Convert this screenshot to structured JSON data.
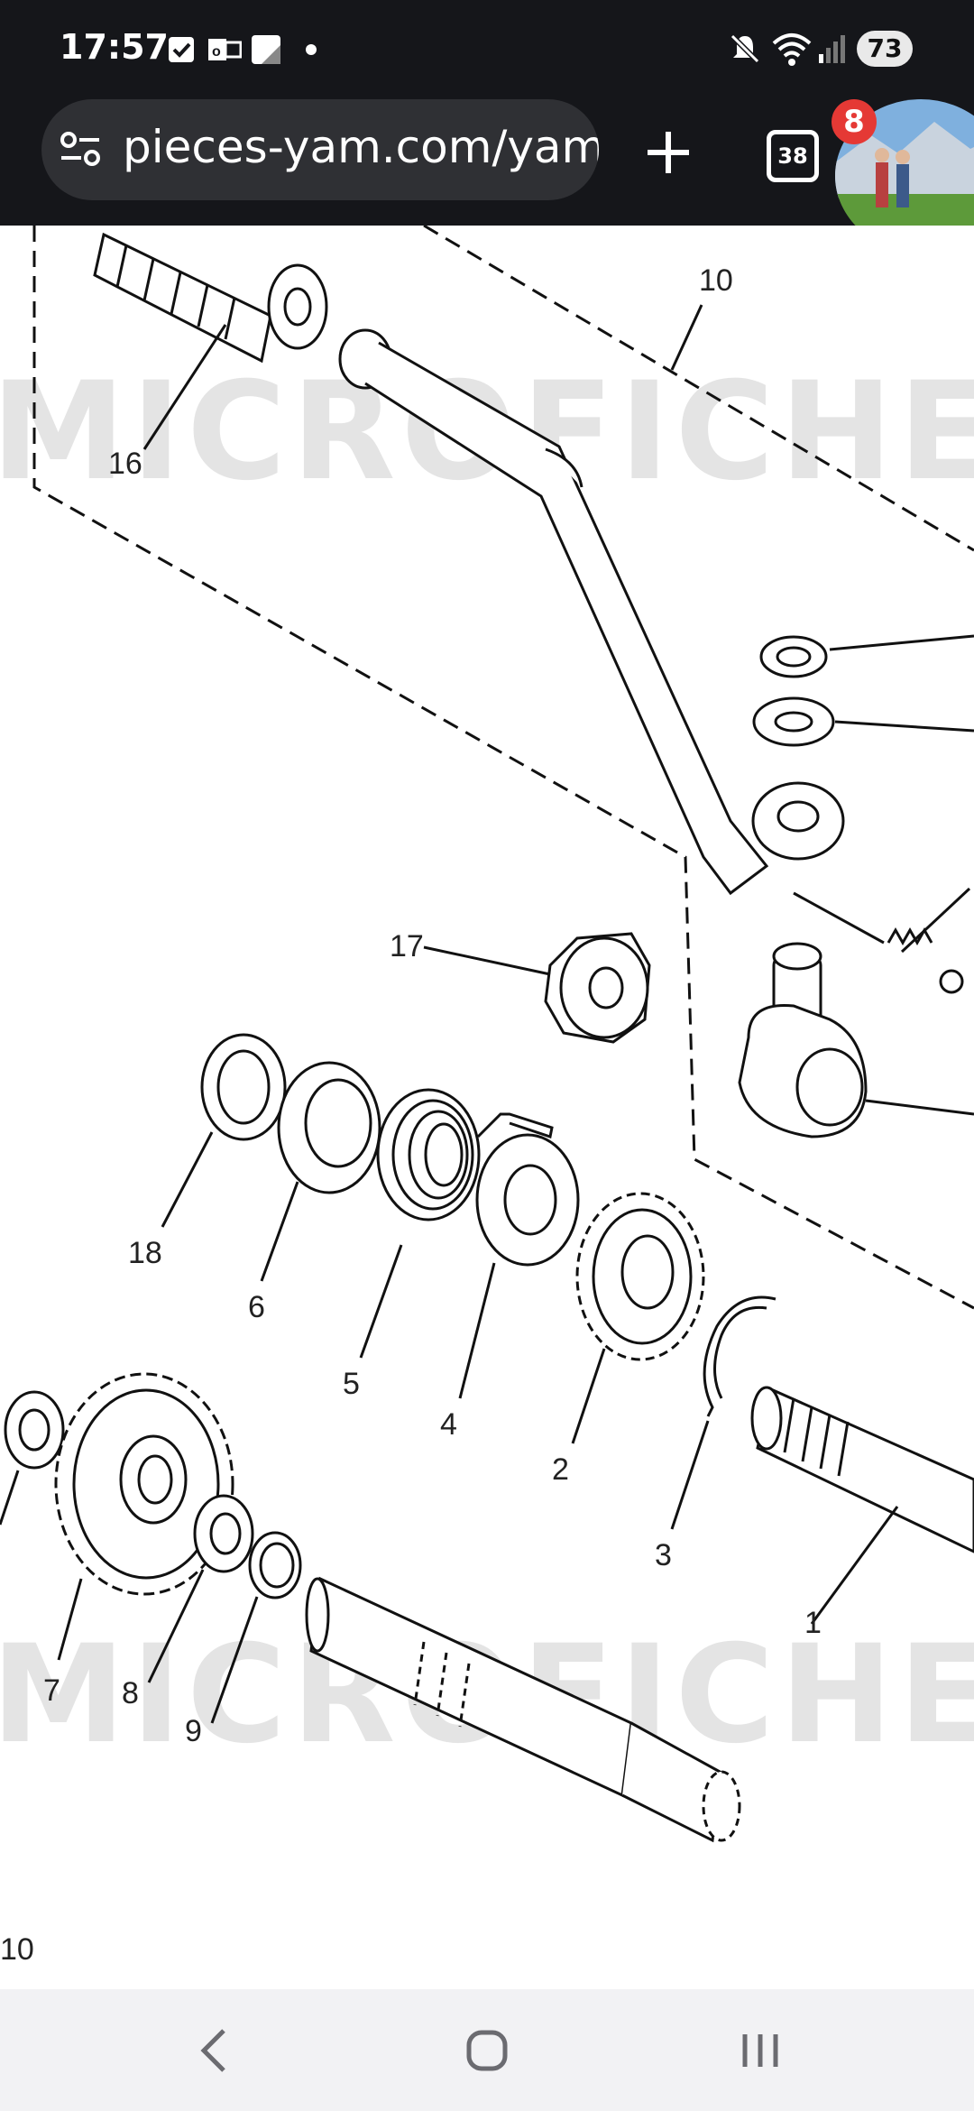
{
  "status_bar": {
    "time": "17:57",
    "battery": "73",
    "icons": [
      "checkbox-icon",
      "outlook-icon",
      "app-icon",
      "dot-icon",
      "mute-icon",
      "wifi-icon",
      "signal-icon"
    ]
  },
  "browser": {
    "url": "pieces-yam.com/yama",
    "tab_count": "38",
    "notification_count": "8"
  },
  "diagram": {
    "watermark": "MICROFICHES.N",
    "callouts": [
      "10",
      "16",
      "17",
      "18",
      "6",
      "5",
      "4",
      "2",
      "3",
      "1",
      "7",
      "8",
      "9",
      "10"
    ]
  },
  "colors": {
    "status_bg": "#15161a",
    "url_bg": "#2f3034",
    "badge": "#e53935",
    "nav_bg": "#f2f2f4"
  }
}
